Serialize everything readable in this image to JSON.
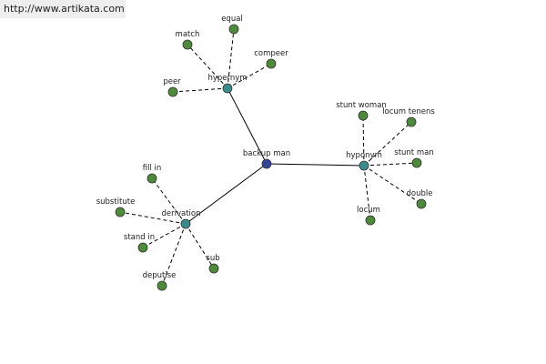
{
  "banner": {
    "url": "http://www.artikata.com"
  },
  "graph": {
    "colors": {
      "center": "#33449a",
      "relation": "#3a8c8c",
      "leaf": "#4d8a3a"
    },
    "center": {
      "id": "backup_man",
      "label": "backup man"
    },
    "relations": [
      {
        "id": "hypernym",
        "label": "hypernym"
      },
      {
        "id": "hyponym",
        "label": "hyponym"
      },
      {
        "id": "derivation",
        "label": "derivation"
      }
    ],
    "leaves": [
      {
        "id": "match",
        "label": "match",
        "parent": "hypernym"
      },
      {
        "id": "equal",
        "label": "equal",
        "parent": "hypernym"
      },
      {
        "id": "compeer",
        "label": "compeer",
        "parent": "hypernym"
      },
      {
        "id": "peer",
        "label": "peer",
        "parent": "hypernym"
      },
      {
        "id": "stunt_woman",
        "label": "stunt woman",
        "parent": "hyponym"
      },
      {
        "id": "locum_tenens",
        "label": "locum tenens",
        "parent": "hyponym"
      },
      {
        "id": "stunt_man",
        "label": "stunt man",
        "parent": "hyponym"
      },
      {
        "id": "double",
        "label": "double",
        "parent": "hyponym"
      },
      {
        "id": "locum",
        "label": "locum",
        "parent": "hyponym"
      },
      {
        "id": "fill_in",
        "label": "fill in",
        "parent": "derivation"
      },
      {
        "id": "substitute",
        "label": "substitute",
        "parent": "derivation"
      },
      {
        "id": "stand_in",
        "label": "stand in",
        "parent": "derivation"
      },
      {
        "id": "deputise",
        "label": "deputise",
        "parent": "derivation"
      },
      {
        "id": "sub",
        "label": "sub",
        "parent": "derivation"
      }
    ]
  }
}
